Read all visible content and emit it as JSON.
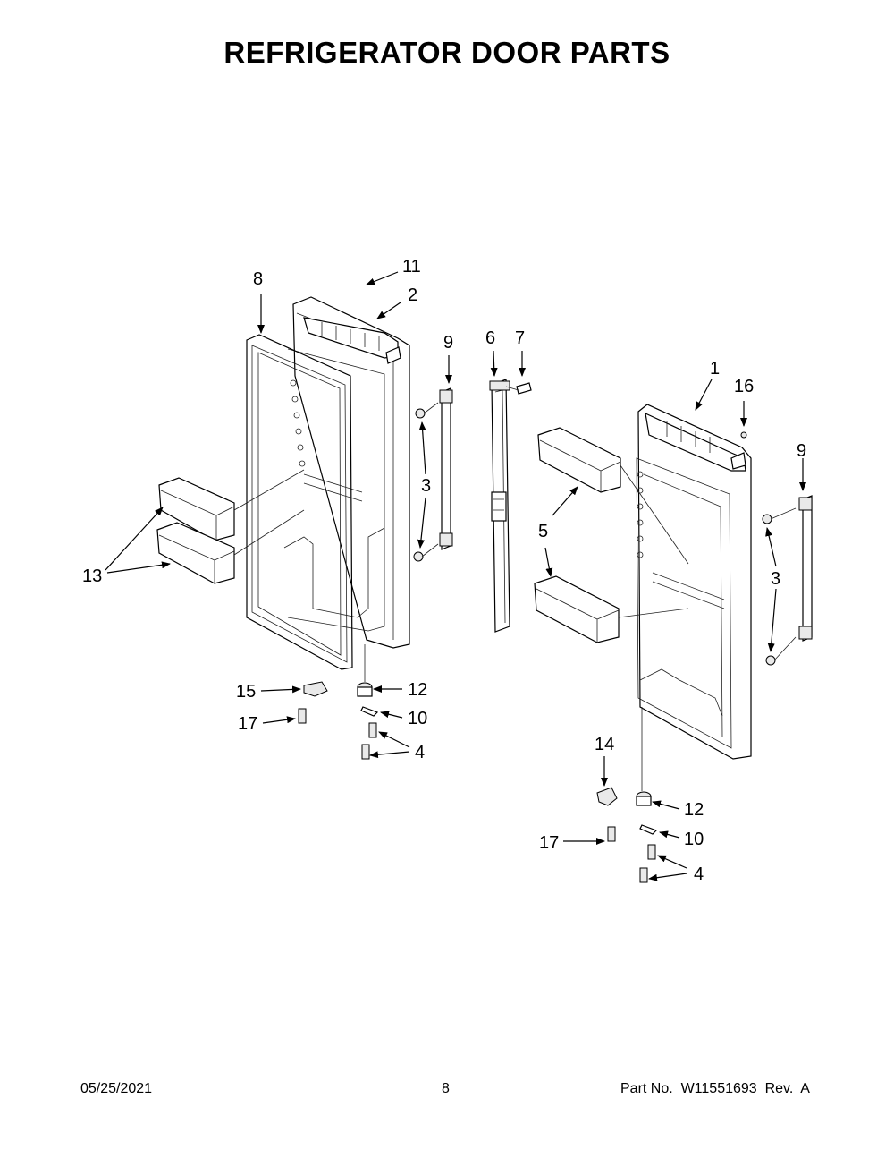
{
  "title": "REFRIGERATOR DOOR PARTS",
  "footer": {
    "date": "05/25/2021",
    "page": "8",
    "part": "Part No.  W11551693  Rev.  A"
  },
  "callouts": {
    "c1": "1",
    "c2": "2",
    "c3a": "3",
    "c3b": "3",
    "c4a": "4",
    "c4b": "4",
    "c5a": "5",
    "c5b": "5",
    "c6": "6",
    "c7": "7",
    "c8": "8",
    "c9a": "9",
    "c9b": "9",
    "c10a": "10",
    "c10b": "10",
    "c11": "11",
    "c12a": "12",
    "c12b": "12",
    "c13": "13",
    "c14": "14",
    "c15": "15",
    "c16": "16",
    "c17a": "17",
    "c17b": "17"
  }
}
